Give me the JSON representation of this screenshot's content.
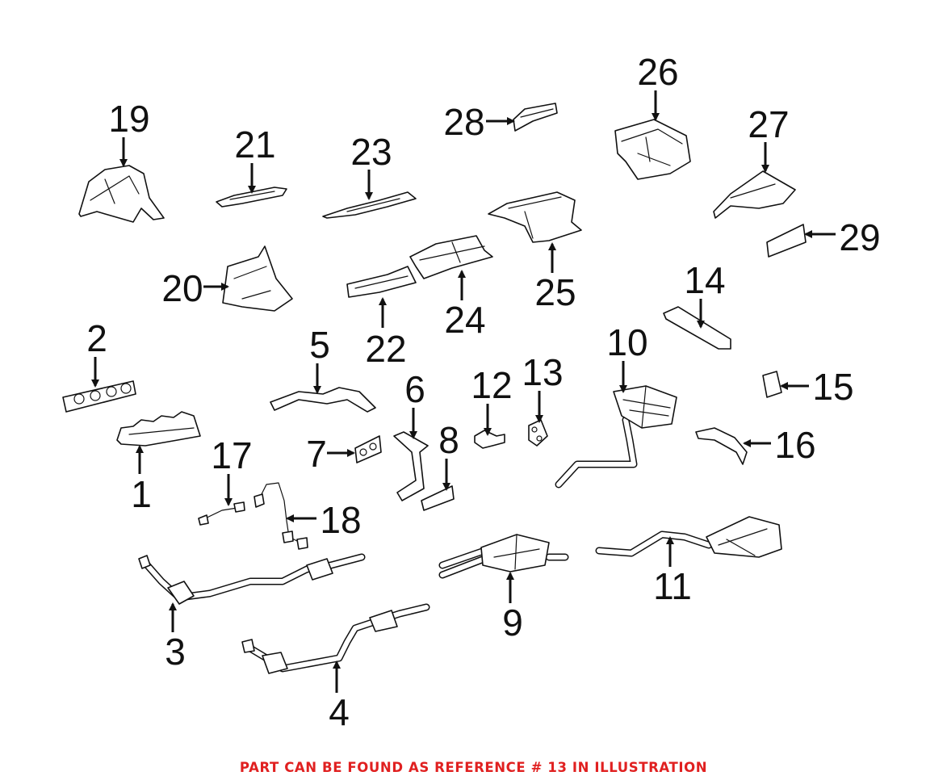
{
  "diagram": {
    "callouts": [
      {
        "id": "1",
        "label": "1"
      },
      {
        "id": "2",
        "label": "2"
      },
      {
        "id": "3",
        "label": "3"
      },
      {
        "id": "4",
        "label": "4"
      },
      {
        "id": "5",
        "label": "5"
      },
      {
        "id": "6",
        "label": "6"
      },
      {
        "id": "7",
        "label": "7"
      },
      {
        "id": "8",
        "label": "8"
      },
      {
        "id": "9",
        "label": "9"
      },
      {
        "id": "10",
        "label": "10"
      },
      {
        "id": "11",
        "label": "11"
      },
      {
        "id": "12",
        "label": "12"
      },
      {
        "id": "13",
        "label": "13"
      },
      {
        "id": "14",
        "label": "14"
      },
      {
        "id": "15",
        "label": "15"
      },
      {
        "id": "16",
        "label": "16"
      },
      {
        "id": "17",
        "label": "17"
      },
      {
        "id": "18",
        "label": "18"
      },
      {
        "id": "19",
        "label": "19"
      },
      {
        "id": "20",
        "label": "20"
      },
      {
        "id": "21",
        "label": "21"
      },
      {
        "id": "22",
        "label": "22"
      },
      {
        "id": "23",
        "label": "23"
      },
      {
        "id": "24",
        "label": "24"
      },
      {
        "id": "25",
        "label": "25"
      },
      {
        "id": "26",
        "label": "26"
      },
      {
        "id": "27",
        "label": "27"
      },
      {
        "id": "28",
        "label": "28"
      },
      {
        "id": "29",
        "label": "29"
      }
    ]
  },
  "footer": {
    "note": "PART CAN BE FOUND AS REFERENCE # 13 IN ILLUSTRATION",
    "color": "#e02020"
  }
}
